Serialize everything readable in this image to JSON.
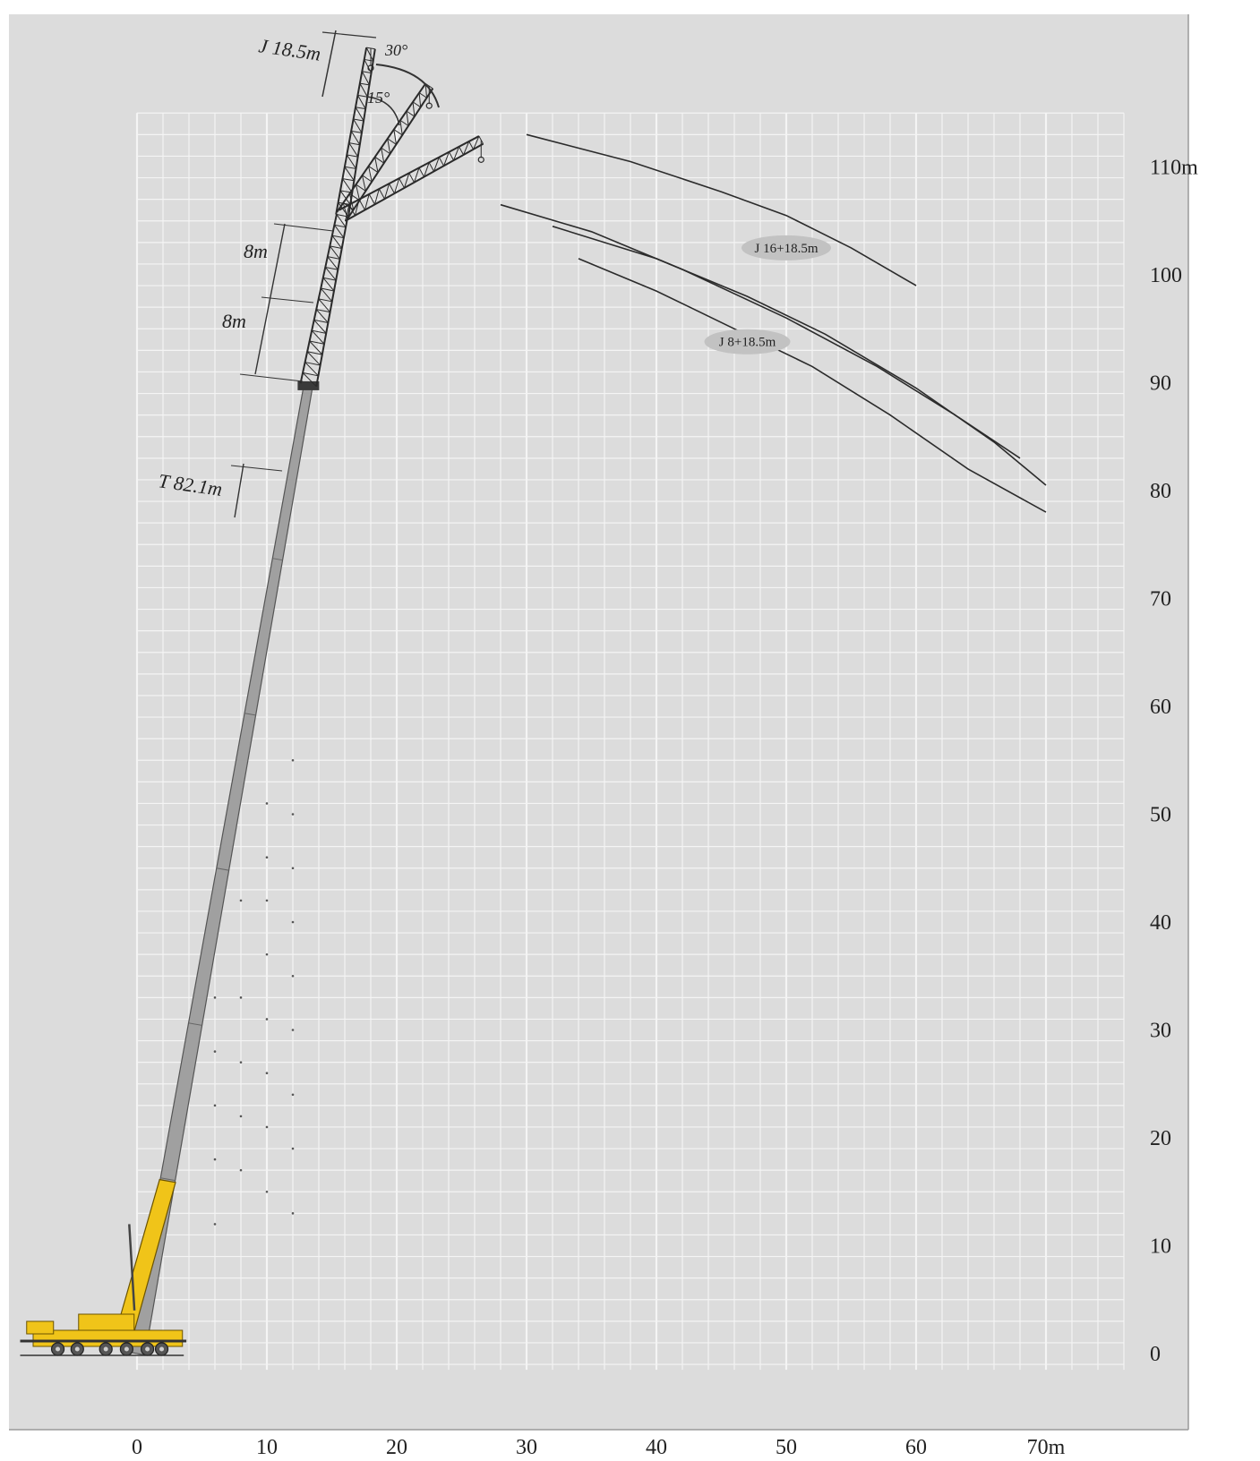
{
  "chart_data": {
    "type": "line",
    "title": "",
    "xlabel": "",
    "ylabel": "",
    "x_unit": "m",
    "y_unit": "m",
    "xlim": [
      -10,
      78
    ],
    "ylim": [
      -2,
      117
    ],
    "x_ticks": [
      {
        "value": 0,
        "label": "0"
      },
      {
        "value": 10,
        "label": "10"
      },
      {
        "value": 20,
        "label": "20"
      },
      {
        "value": 30,
        "label": "30"
      },
      {
        "value": 40,
        "label": "40"
      },
      {
        "value": 50,
        "label": "50"
      },
      {
        "value": 60,
        "label": "60"
      },
      {
        "value": 70,
        "label": "70m"
      }
    ],
    "y_ticks": [
      {
        "value": 0,
        "label": "0"
      },
      {
        "value": 10,
        "label": "10"
      },
      {
        "value": 20,
        "label": "20"
      },
      {
        "value": 30,
        "label": "30"
      },
      {
        "value": 40,
        "label": "40"
      },
      {
        "value": 50,
        "label": "50"
      },
      {
        "value": 60,
        "label": "60"
      },
      {
        "value": 70,
        "label": "70"
      },
      {
        "value": 80,
        "label": "80"
      },
      {
        "value": 90,
        "label": "90"
      },
      {
        "value": 100,
        "label": "100"
      },
      {
        "value": 110,
        "label": "110m"
      }
    ],
    "grid": true,
    "background": "#dcdcdc",
    "grid_color": "#f4f4f4",
    "series": [
      {
        "name": "J 16+18.5m",
        "label_pos": [
          50,
          102.5
        ],
        "points": [
          [
            30,
            113
          ],
          [
            38,
            110.5
          ],
          [
            45,
            107.7
          ],
          [
            50,
            105.5
          ],
          [
            55,
            102.5
          ],
          [
            60,
            99
          ]
        ]
      },
      {
        "name": "",
        "points": [
          [
            28,
            106.5
          ],
          [
            35,
            104
          ],
          [
            42,
            100.5
          ],
          [
            50,
            96
          ],
          [
            57,
            91.5
          ],
          [
            63,
            87
          ],
          [
            68,
            83
          ]
        ]
      },
      {
        "name": "",
        "points": [
          [
            32,
            104.5
          ],
          [
            40,
            101.5
          ],
          [
            47,
            98
          ],
          [
            53,
            94.5
          ],
          [
            60,
            89.5
          ],
          [
            66,
            84.5
          ],
          [
            70,
            80.5
          ]
        ]
      },
      {
        "name": "J 8+18.5m",
        "label_pos": [
          47,
          93.8
        ],
        "points": [
          [
            34,
            101.5
          ],
          [
            40,
            98.5
          ],
          [
            46,
            95
          ],
          [
            52,
            91.5
          ],
          [
            58,
            87
          ],
          [
            64,
            82
          ],
          [
            70,
            78
          ]
        ]
      }
    ],
    "crane": {
      "main_boom_top": [
        13.2,
        89.8
      ],
      "yellow_section_top": [
        0,
        16
      ],
      "lattice_top": [
        15.8,
        105.5
      ],
      "jib_tips": [
        {
          "angle_deg": 0,
          "tip": [
            18,
            121
          ]
        },
        {
          "angle_deg": 15,
          "tip": [
            22.5,
            117.5
          ]
        },
        {
          "angle_deg": 30,
          "tip": [
            26.5,
            112.5
          ]
        }
      ],
      "colors": {
        "boom": "#a0a0a0",
        "carrier": "#f0c419",
        "structure": "#2a2a2a"
      }
    },
    "annotations": {
      "jib_length": "J 18.5m",
      "boom_length": "T 82.1m",
      "lattice_lower": "8m",
      "lattice_upper": "8m",
      "offset_small": "15°",
      "offset_large": "30°"
    }
  }
}
